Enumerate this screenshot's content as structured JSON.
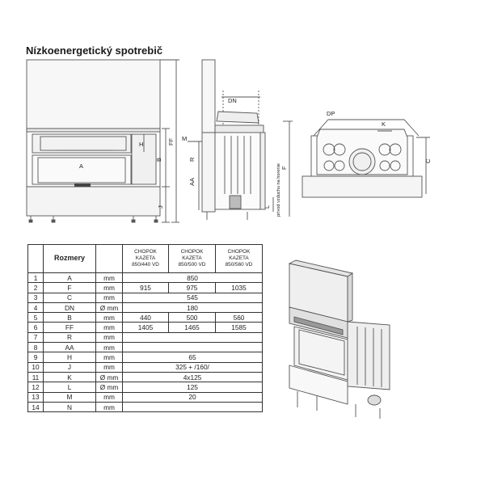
{
  "page": {
    "title": "Nízkoenergetický spotrebič"
  },
  "drawing": {
    "front_labels": {
      "a": "A",
      "h": "H",
      "b": "B",
      "ff": "FF",
      "j": "J"
    },
    "side_labels": {
      "dn": "DN",
      "m": "M",
      "r": "R",
      "aa": "AA",
      "l": "L",
      "f": "F",
      "vertical_note": "prívod vzduchu na horenie"
    },
    "top_labels": {
      "dp": "DP",
      "k": "K",
      "c": "C"
    }
  },
  "table": {
    "header": {
      "rozmery": "Rozmery",
      "models": [
        [
          "CHOPOK",
          "KAZETA",
          "850/440 VD"
        ],
        [
          "CHOPOK",
          "KAZETA",
          "850/500 VD"
        ],
        [
          "CHOPOK",
          "KAZETA",
          "850/560 VD"
        ]
      ]
    },
    "rows": [
      {
        "n": "1",
        "dim": "A",
        "unit": "mm",
        "span": "850"
      },
      {
        "n": "2",
        "dim": "F",
        "unit": "mm",
        "vals": [
          "915",
          "975",
          "1035"
        ]
      },
      {
        "n": "3",
        "dim": "C",
        "unit": "mm",
        "span": "545"
      },
      {
        "n": "4",
        "dim": "DN",
        "unit": "Ø mm",
        "span": "180"
      },
      {
        "n": "5",
        "dim": "B",
        "unit": "mm",
        "vals": [
          "440",
          "500",
          "560"
        ]
      },
      {
        "n": "6",
        "dim": "FF",
        "unit": "mm",
        "vals": [
          "1405",
          "1465",
          "1585"
        ]
      },
      {
        "n": "7",
        "dim": "R",
        "unit": "mm",
        "span": ""
      },
      {
        "n": "8",
        "dim": "AA",
        "unit": "mm",
        "span": ""
      },
      {
        "n": "9",
        "dim": "H",
        "unit": "mm",
        "span": "65"
      },
      {
        "n": "10",
        "dim": "J",
        "unit": "mm",
        "span": "325 + /160/"
      },
      {
        "n": "11",
        "dim": "K",
        "unit": "Ø mm",
        "span": "4x125"
      },
      {
        "n": "12",
        "dim": "L",
        "unit": "Ø mm",
        "span": "125"
      },
      {
        "n": "13",
        "dim": "M",
        "unit": "mm",
        "span": "20"
      },
      {
        "n": "14",
        "dim": "N",
        "unit": "mm",
        "span": ""
      }
    ]
  }
}
